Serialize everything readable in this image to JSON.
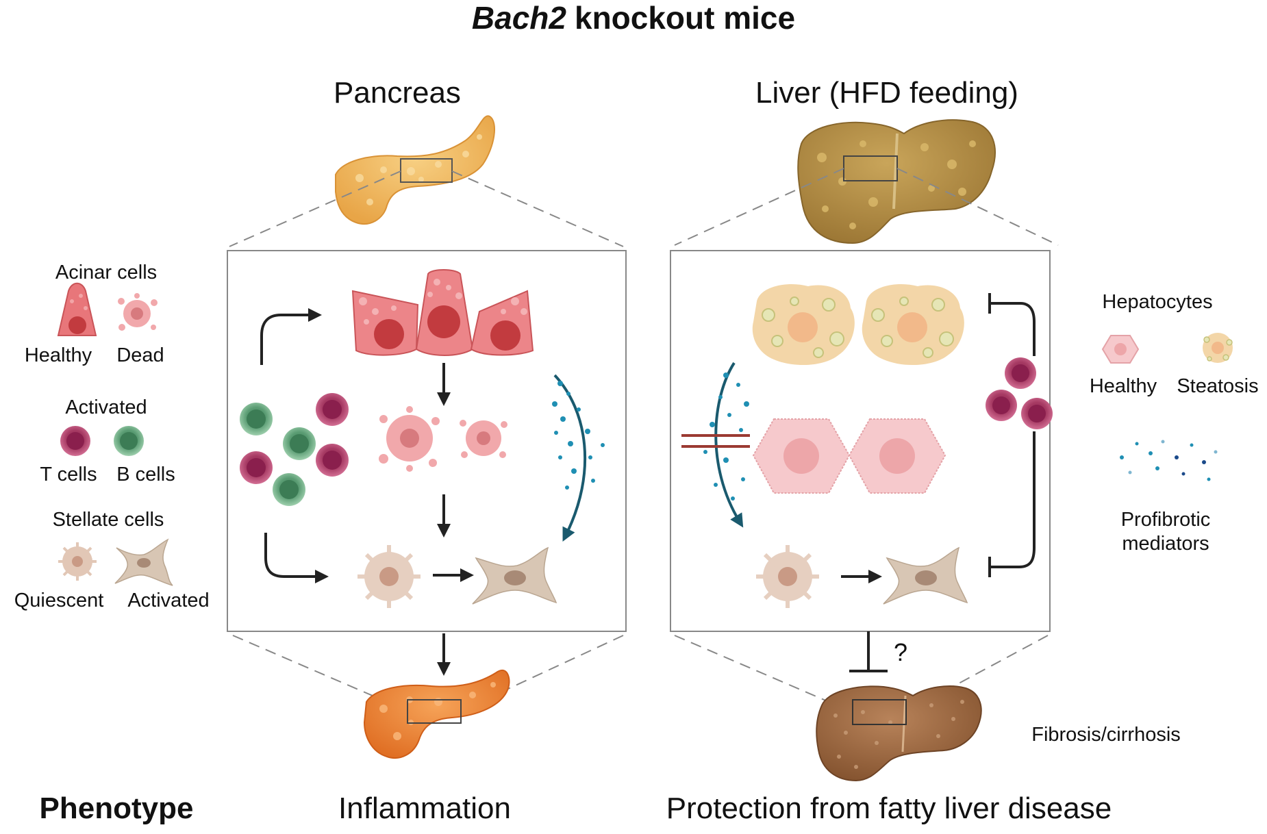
{
  "title": {
    "gene": "Bach2",
    "rest": "knockout mice"
  },
  "panels": {
    "pancreas": {
      "heading": "Pancreas",
      "outcome": "Inflammation"
    },
    "liver": {
      "heading": "Liver (HFD feeding)",
      "outcome": "Protection from fatty liver disease",
      "end_label": "Fibrosis/cirrhosis",
      "question": "?"
    }
  },
  "legend_left": {
    "acinar_title": "Acinar cells",
    "acinar_healthy": "Healthy",
    "acinar_dead": "Dead",
    "activated_title": "Activated",
    "t_cells": "T cells",
    "b_cells": "B cells",
    "stellate_title": "Stellate cells",
    "stellate_quiescent": "Quiescent",
    "stellate_activated": "Activated"
  },
  "legend_right": {
    "hepatocytes_title": "Hepatocytes",
    "hep_healthy": "Healthy",
    "hep_steatosis": "Steatosis",
    "mediators_line1": "Profibrotic",
    "mediators_line2": "mediators"
  },
  "phenotype_label": "Phenotype",
  "colors": {
    "acinar": "#e8767a",
    "t_cell": "#a63a63",
    "b_cell": "#5a9c73",
    "stellate": "#d9c3b4",
    "hepatocyte": "#f6c9cc",
    "steatosis": "#f3d6a8",
    "liver_fat": "#b08a3e",
    "liver_fibrotic": "#9a6640",
    "pancreas": "#f2b560",
    "pancreas_inflamed": "#f08a3c",
    "mediator": "#1f8fb3"
  }
}
